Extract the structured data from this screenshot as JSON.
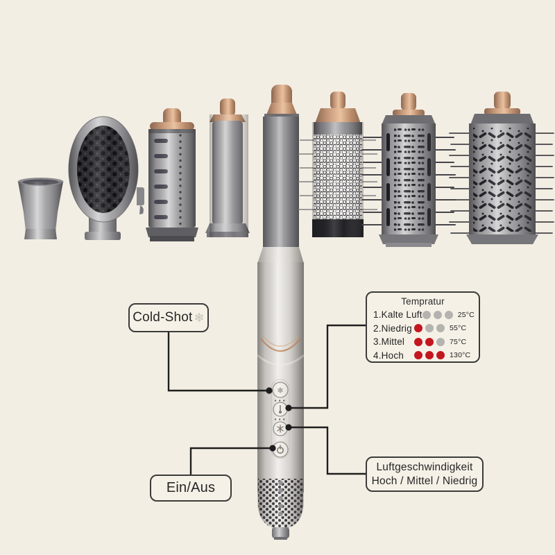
{
  "callouts": {
    "cold_shot": {
      "label": "Cold-Shot",
      "icon_glyph": "❄"
    },
    "power": {
      "label": "Ein/Aus"
    },
    "airspeed": {
      "line1": "Luftgeschwindigkeit",
      "line2": "Hoch / Mittel / Niedrig"
    },
    "temperature": {
      "title": "Tempratur",
      "dots_per_row": 3,
      "rows": [
        {
          "label": "1.Kalte Luft",
          "level": 0,
          "temp": "25°C"
        },
        {
          "label": "2.Niedrig",
          "level": 1,
          "temp": "55°C"
        },
        {
          "label": "3.Mittel",
          "level": 2,
          "temp": "75°C"
        },
        {
          "label": "4.Hoch",
          "level": 3,
          "temp": "130°C"
        }
      ]
    }
  },
  "colors": {
    "background": "#f3eee3",
    "callout_border": "#3b3b3b",
    "callout_line": "#1e1e1e",
    "text": "#262626",
    "red_dot": "#c3161f",
    "gray_dot": "#b5b3b0",
    "copper_accent": "#c08a63",
    "metal_gray": "#9a999b"
  }
}
